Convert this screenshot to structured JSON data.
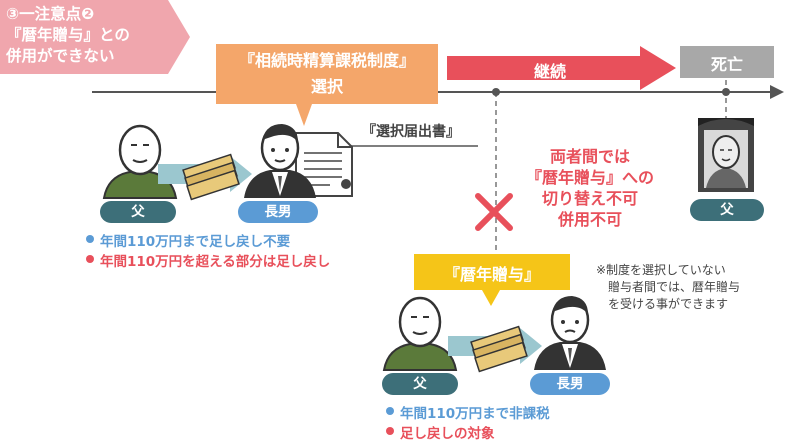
{
  "title": {
    "line1": "③一注意点❷",
    "line2": "『暦年贈与』との",
    "line3": "併用ができない"
  },
  "selection": {
    "system": "『相続時精算課税制度』",
    "action": "選択"
  },
  "timeline": {
    "continue_label": "継続",
    "death_label": "死亡"
  },
  "document_label": "『選択届出書』",
  "warning": {
    "line1": "両者間では",
    "line2": "『暦年贈与』への",
    "line3": "切り替え不可",
    "line4": "併用不可"
  },
  "top_pair": {
    "giver": "父",
    "receiver": "長男",
    "bullets": [
      "年間110万円まで足し戻し不要",
      "年間110万円を超える部分は足し戻し"
    ]
  },
  "deceased_label": "父",
  "gift": {
    "label": "『暦年贈与』"
  },
  "bottom_pair": {
    "giver": "父",
    "receiver": "長男",
    "bullets": [
      "年間110万円まで非課税",
      "足し戻しの対象"
    ]
  },
  "note": {
    "line1": "※制度を選択していない",
    "line2": "贈与者間では、暦年贈与",
    "line3": "を受ける事ができます"
  },
  "colors": {
    "pink": "#f0a6ad",
    "orange": "#f4a66a",
    "red": "#e8505b",
    "teal": "#3d6f79",
    "blue": "#5b9bd5",
    "yellow": "#f5c518",
    "gray": "#a8a8a8"
  }
}
